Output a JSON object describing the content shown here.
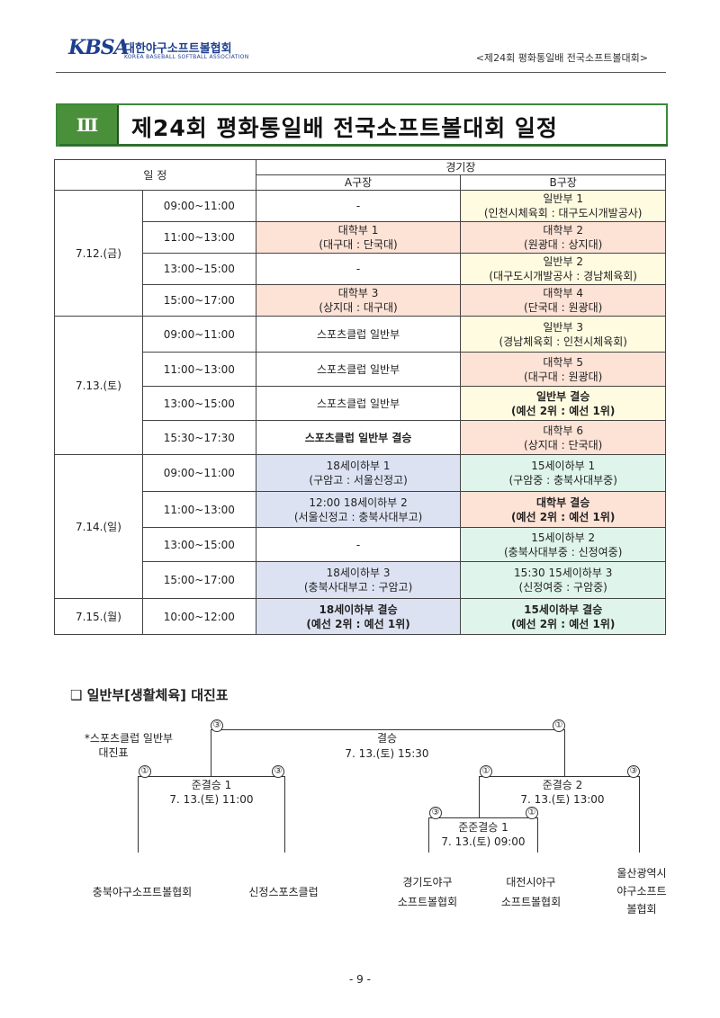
{
  "header": {
    "logo_mark": "KBSA",
    "logo_ko": "대한야구소프트볼협회",
    "logo_en": "KOREA BASEBALL SOFTBALL ASSOCIATION",
    "right_text": "<제24회 평화통일배 전국소프트볼대회>"
  },
  "title": {
    "number": "Ⅲ",
    "text": "제24회 평화통일배 전국소프트볼대회 일정"
  },
  "colors": {
    "salmon": "#fde2d6",
    "yellow": "#fffbe0",
    "blue": "#dde2f3",
    "green": "#dff4ea"
  },
  "table": {
    "head_schedule": "일 정",
    "head_venue": "경기장",
    "head_a": "A구장",
    "head_b": "B구장",
    "rows": [
      {
        "date": "7.12.(금)",
        "time": "09:00~11:00",
        "a1": "-",
        "a2": "",
        "a_color": "",
        "a_bold": false,
        "b1": "일반부 1",
        "b2": "(인천시체육회 : 대구도시개발공사)",
        "b_color": "yellow",
        "b_bold": false
      },
      {
        "date": "",
        "time": "11:00~13:00",
        "a1": "대학부 1",
        "a2": "(대구대 : 단국대)",
        "a_color": "salmon",
        "a_bold": false,
        "b1": "대학부 2",
        "b2": "(원광대 : 상지대)",
        "b_color": "salmon",
        "b_bold": false
      },
      {
        "date": "",
        "time": "13:00~15:00",
        "a1": "-",
        "a2": "",
        "a_color": "",
        "a_bold": false,
        "b1": "일반부 2",
        "b2": "(대구도시개발공사 : 경남체육회)",
        "b_color": "yellow",
        "b_bold": false
      },
      {
        "date": "",
        "time": "15:00~17:00",
        "a1": "대학부 3",
        "a2": "(상지대 : 대구대)",
        "a_color": "salmon",
        "a_bold": false,
        "b1": "대학부 4",
        "b2": "(단국대 : 원광대)",
        "b_color": "salmon",
        "b_bold": false
      },
      {
        "date": "7.13.(토)",
        "time": "09:00~11:00",
        "a1": "스포츠클럽 일반부",
        "a2": "",
        "a_color": "",
        "a_bold": false,
        "b1": "일반부 3",
        "b2": "(경남체육회 : 인천시체육회)",
        "b_color": "yellow",
        "b_bold": false
      },
      {
        "date": "",
        "time": "11:00~13:00",
        "a1": "스포츠클럽 일반부",
        "a2": "",
        "a_color": "",
        "a_bold": false,
        "b1": "대학부 5",
        "b2": "(대구대 : 원광대)",
        "b_color": "salmon",
        "b_bold": false
      },
      {
        "date": "",
        "time": "13:00~15:00",
        "a1": "스포츠클럽 일반부",
        "a2": "",
        "a_color": "",
        "a_bold": false,
        "b1": "일반부 결승",
        "b2": "(예선 2위 : 예선 1위)",
        "b_color": "yellow",
        "b_bold": true
      },
      {
        "date": "",
        "time": "15:30~17:30",
        "a1": "스포츠클럽 일반부 결승",
        "a2": "",
        "a_color": "",
        "a_bold": true,
        "b1": "대학부 6",
        "b2": "(상지대 : 단국대)",
        "b_color": "salmon",
        "b_bold": false
      },
      {
        "date": "7.14.(일)",
        "time": "09:00~11:00",
        "a1": "18세이하부 1",
        "a2": "(구암고 : 서울신정고)",
        "a_color": "blue",
        "a_bold": false,
        "b1": "15세이하부 1",
        "b2": "(구암중 : 충북사대부중)",
        "b_color": "green",
        "b_bold": false
      },
      {
        "date": "",
        "time": "11:00~13:00",
        "a1": "12:00  18세이하부 2",
        "a2": "(서울신정고 : 충북사대부고)",
        "a_color": "blue",
        "a_bold": false,
        "b1": "대학부 결승",
        "b2": "(예선 2위 : 예선 1위)",
        "b_color": "salmon",
        "b_bold": true
      },
      {
        "date": "",
        "time": "13:00~15:00",
        "a1": "-",
        "a2": "",
        "a_color": "",
        "a_bold": false,
        "b1": "15세이하부 2",
        "b2": "(충북사대부중 : 신정여중)",
        "b_color": "green",
        "b_bold": false
      },
      {
        "date": "",
        "time": "15:00~17:00",
        "a1": "18세이하부 3",
        "a2": "(충북사대부고 : 구암고)",
        "a_color": "blue",
        "a_bold": false,
        "b1": "15:30  15세이하부 3",
        "b2": "(신정여중 : 구암중)",
        "b_color": "green",
        "b_bold": false
      },
      {
        "date": "7.15.(월)",
        "time": "10:00~12:00",
        "a1": "18세이하부 결승",
        "a2": "(예선 2위 : 예선 1위)",
        "a_color": "blue",
        "a_bold": true,
        "b1": "15세이하부 결승",
        "b2": "(예선 2위 : 예선 1위)",
        "b_color": "green",
        "b_bold": true
      }
    ]
  },
  "bracket": {
    "heading": "❑ 일반부[생활체육] 대진표",
    "note_line1": "*스포츠클럽 일반부",
    "note_line2": "대진표",
    "final_title": "결승",
    "final_date": "7. 13.(토) 15:30",
    "semi1_title": "준결승 1",
    "semi1_date": "7. 13.(토) 11:00",
    "semi2_title": "준결승 2",
    "semi2_date": "7. 13.(토) 13:00",
    "qf_title": "준준결승 1",
    "qf_date": "7. 13.(토) 09:00",
    "seed1": "①",
    "seed3": "③",
    "team1": "충북야구소프트볼협회",
    "team2": "신정스포츠클럽",
    "team3_line1": "경기도야구",
    "team3_line2": "소프트볼협회",
    "team4_line1": "대전시야구",
    "team4_line2": "소프트볼협회",
    "team5_line1": "울산광역시",
    "team5_line2": "야구소프트",
    "team5_line3": "볼협회"
  },
  "footer": {
    "page": "- 9 -"
  }
}
